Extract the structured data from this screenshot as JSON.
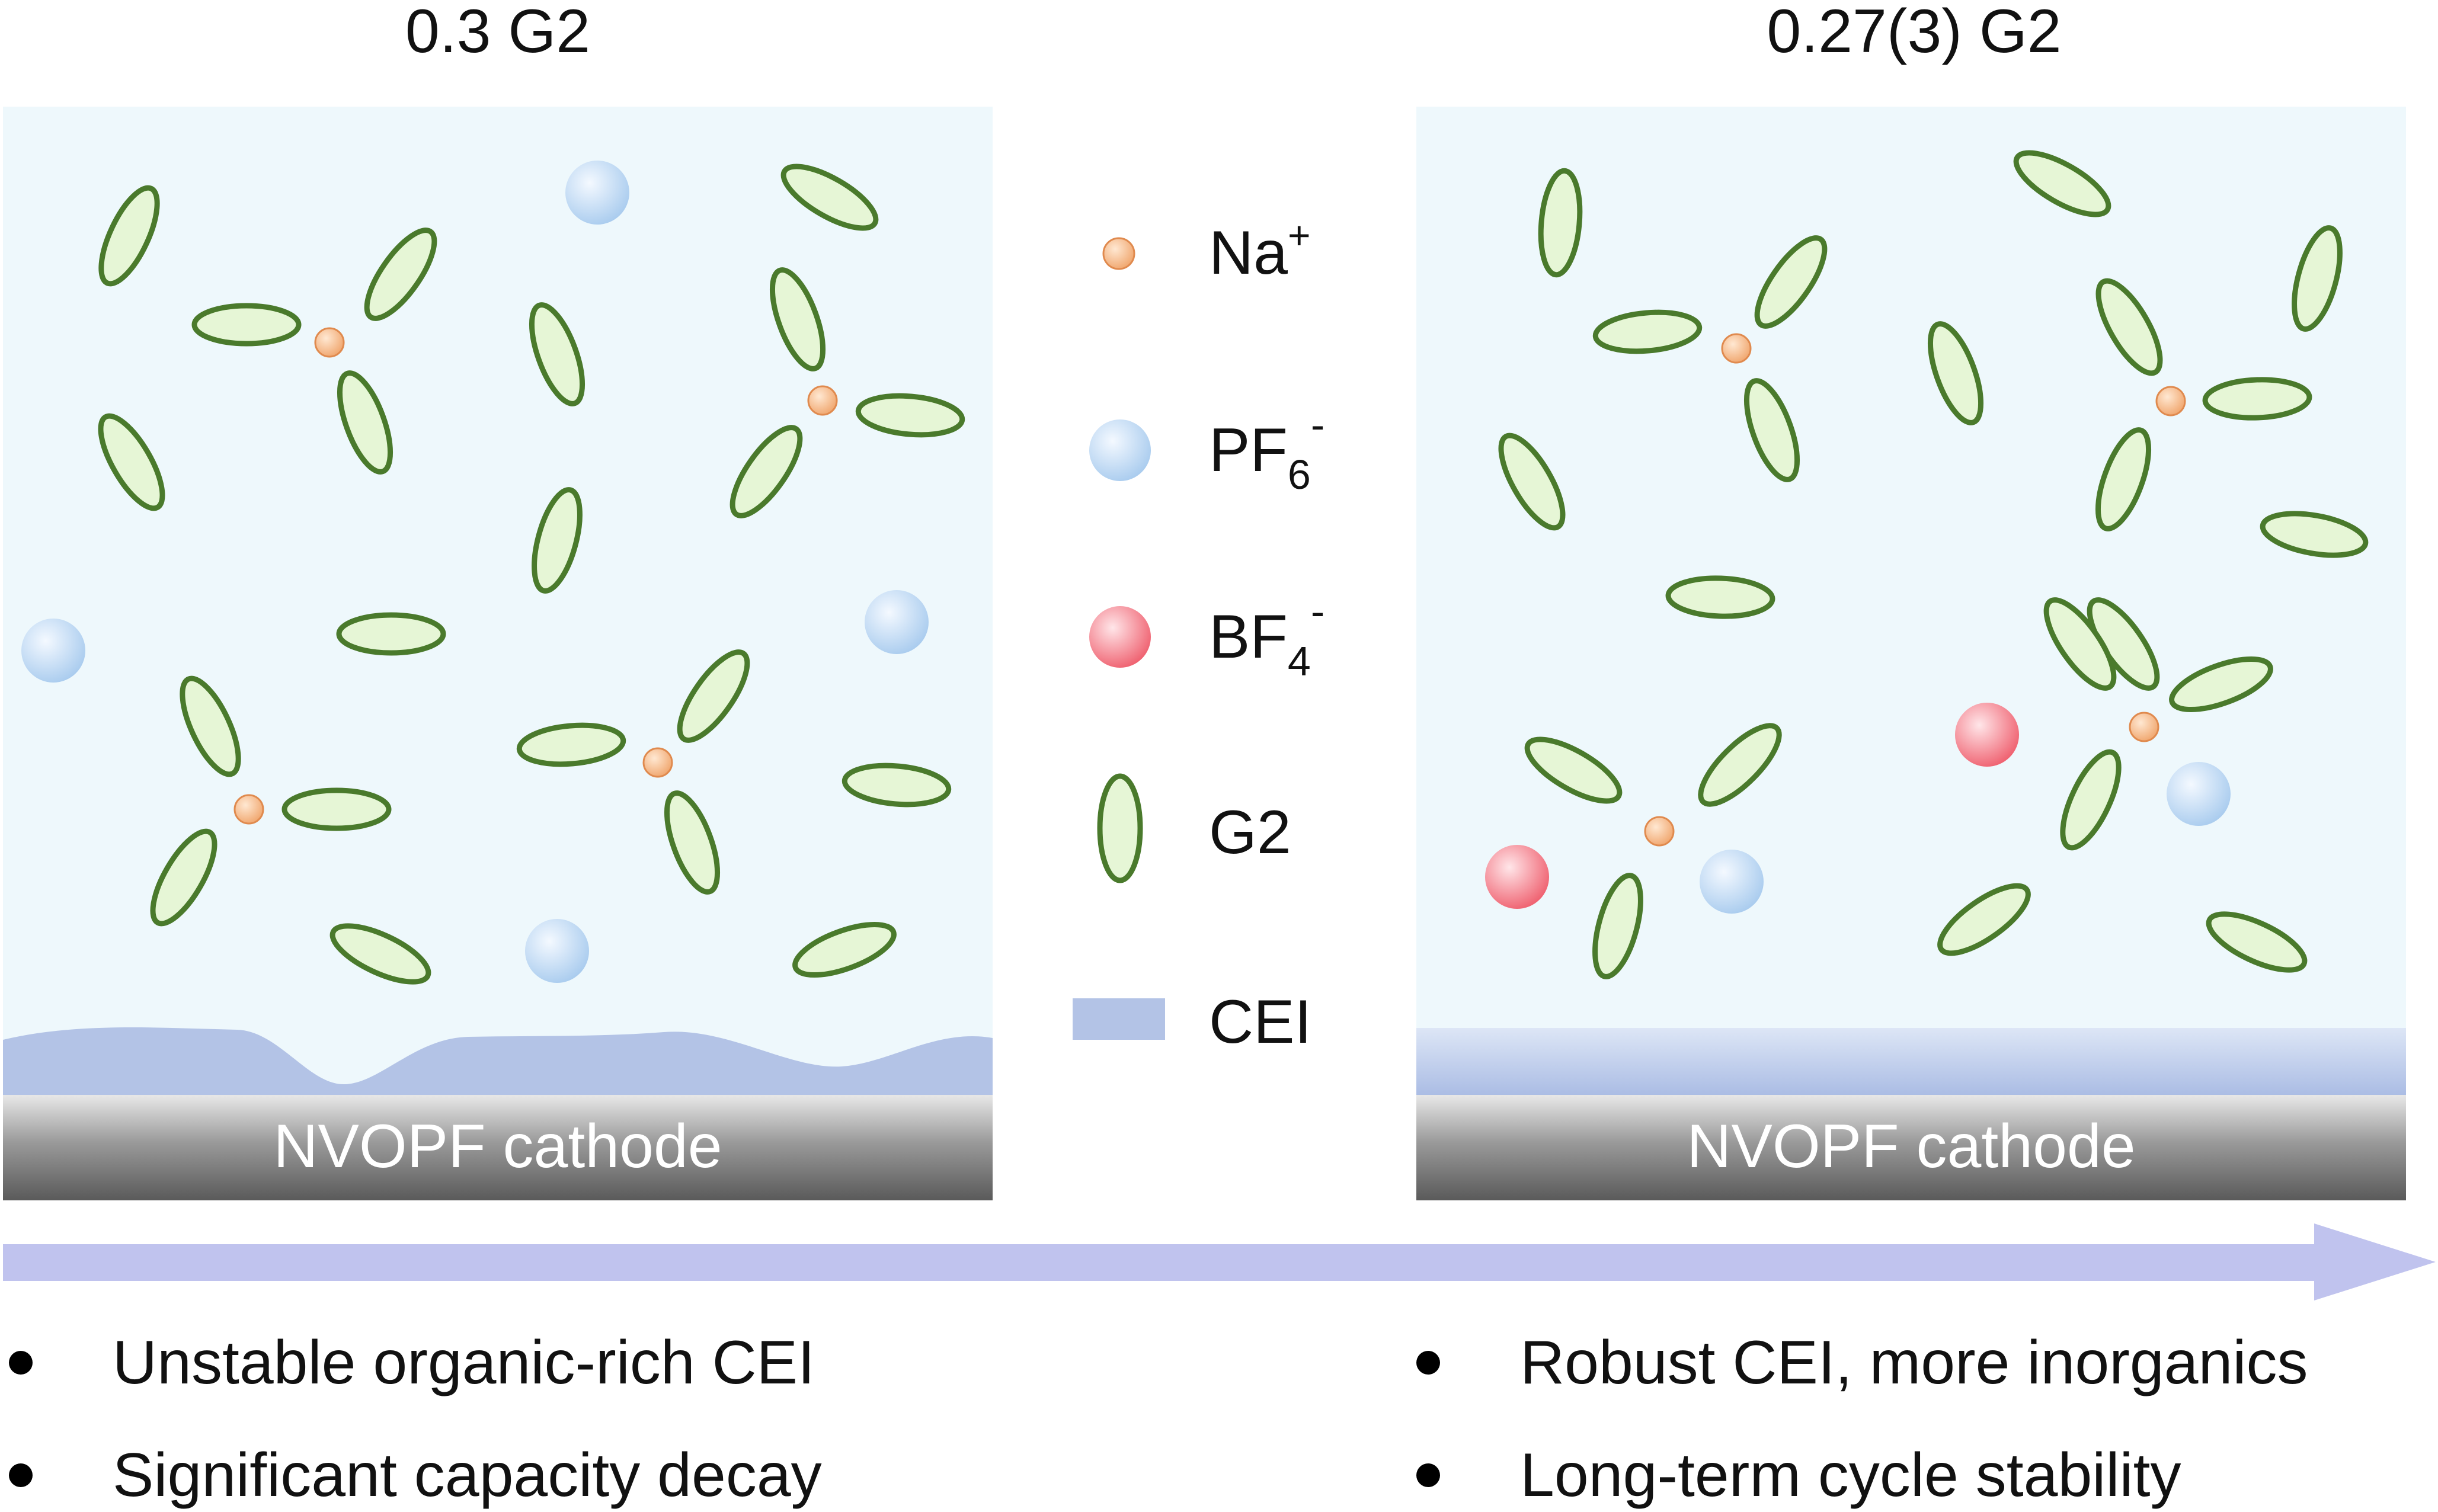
{
  "panels": {
    "left": {
      "title": "0.3 G2",
      "cathode_label": "NVOPF cathode",
      "bullets": [
        "Unstable organic-rich CEI",
        "Significant capacity decay"
      ]
    },
    "right": {
      "title": "0.27(3) G2",
      "cathode_label": "NVOPF cathode",
      "bullets": [
        "Robust CEI, more inorganics",
        "Long-term cycle stability"
      ]
    }
  },
  "legend": {
    "na": {
      "base": "Na",
      "sup": "+"
    },
    "pf6": {
      "base": "PF",
      "sub": "6",
      "sup": "-"
    },
    "bf4": {
      "base": "BF",
      "sub": "4",
      "sup": "-"
    },
    "g2": {
      "label": "G2"
    },
    "cei": {
      "label": "CEI"
    }
  },
  "colors": {
    "electrolyte_bg": "#eef8fc",
    "g2_fill": "#e6f6d6",
    "g2_stroke": "#4a7a2c",
    "na": "#f0a56c",
    "pf6": "#a8cbee",
    "bf4": "#ef5f6e",
    "cei": "#b3c3e6",
    "arrow": "#c0c3ee",
    "cathode_top": "#e8e8e8",
    "cathode_bottom": "#5a5a5a"
  }
}
